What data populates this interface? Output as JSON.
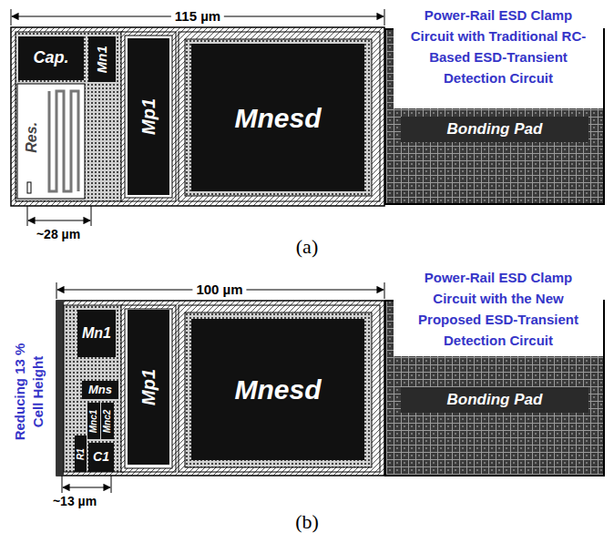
{
  "diagram": {
    "nodes": [
      {
        "text": [
          "Cap."
        ]
      },
      {
        "text": [
          "Mn1"
        ]
      },
      {
        "text": [
          "Res."
        ]
      },
      {
        "text": [
          "Mp1"
        ]
      },
      {
        "text": [
          "Mnesd"
        ]
      },
      {
        "text": [
          "Bonding Pad"
        ]
      },
      {
        "text": [
          "Mn1"
        ]
      },
      {
        "text": [
          "Mnc1"
        ]
      },
      {
        "text": [
          "Mnc2"
        ]
      },
      {
        "text": [
          "R1"
        ]
      },
      {
        "text": [
          "C1"
        ]
      },
      {
        "text": [
          "Mp1"
        ]
      },
      {
        "text": [
          "Mnesd"
        ]
      },
      {
        "text": [
          "Bonding Pad"
        ]
      }
    ],
    "labels": [
      "115 µm",
      "Power-Rail ESD Clamp Circuit with Traditional RC-Based ESD-Transient Detection Circuit",
      "~28 µm",
      "(a)",
      "100 µm",
      "Power-Rail ESD Clamp Circuit with the New Proposed ESD-Transient Detection Circuit",
      "Reducing 13 % Cell Height",
      "Mns",
      "~13 µm",
      "(b)"
    ]
  }
}
